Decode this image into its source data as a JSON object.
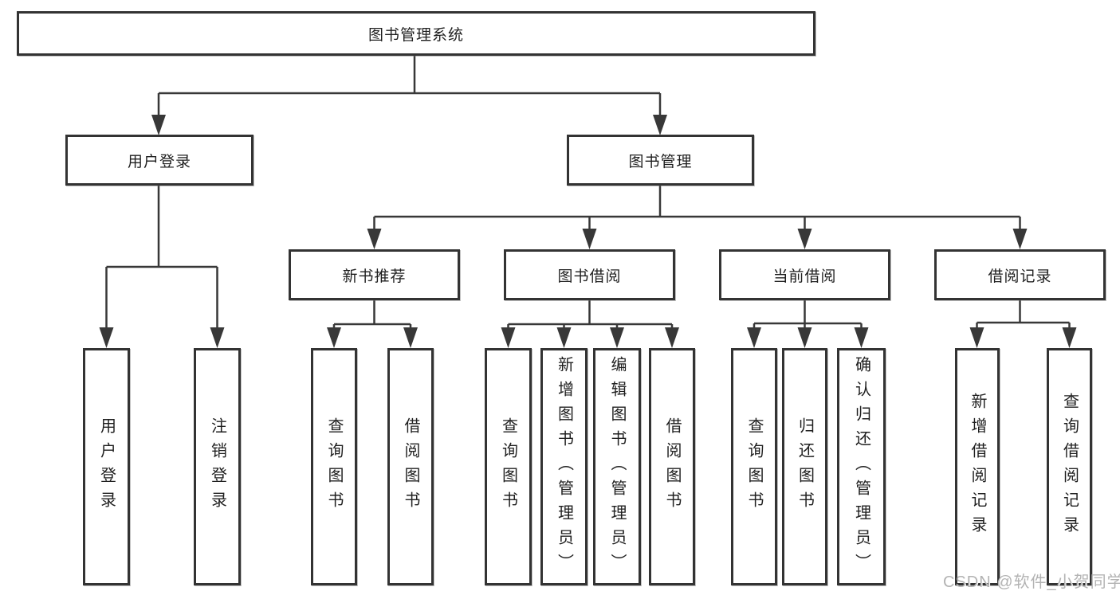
{
  "diagram": {
    "title": "图书管理系统",
    "root": {
      "label": "图书管理系统"
    },
    "level2": {
      "user_login": {
        "label": "用户登录"
      },
      "book_management": {
        "label": "图书管理"
      }
    },
    "level3": {
      "new_book_recommend": {
        "label": "新书推荐"
      },
      "book_borrowing": {
        "label": "图书借阅"
      },
      "current_borrowing": {
        "label": "当前借阅"
      },
      "borrowing_records": {
        "label": "借阅记录"
      }
    },
    "leaves": {
      "user_login": [
        "用户登录",
        "注销登录"
      ],
      "new_book_recommend": [
        "查询图书",
        "借阅图书"
      ],
      "book_borrowing": [
        "查询图书",
        "新增图书（管理员）",
        "编辑图书（管理员）",
        "借阅图书"
      ],
      "current_borrowing": [
        "查询图书",
        "归还图书",
        "确认归还（管理员）"
      ],
      "borrowing_records": [
        "新增借阅记录",
        "查询借阅记录"
      ]
    },
    "colors": {
      "line": "#383838",
      "box_border": "#333333",
      "text": "#1f1f1f",
      "watermark": "#b3b3b3",
      "background": "#ffffff"
    }
  },
  "watermark": {
    "text": "CSDN @软件_小贺同学"
  }
}
